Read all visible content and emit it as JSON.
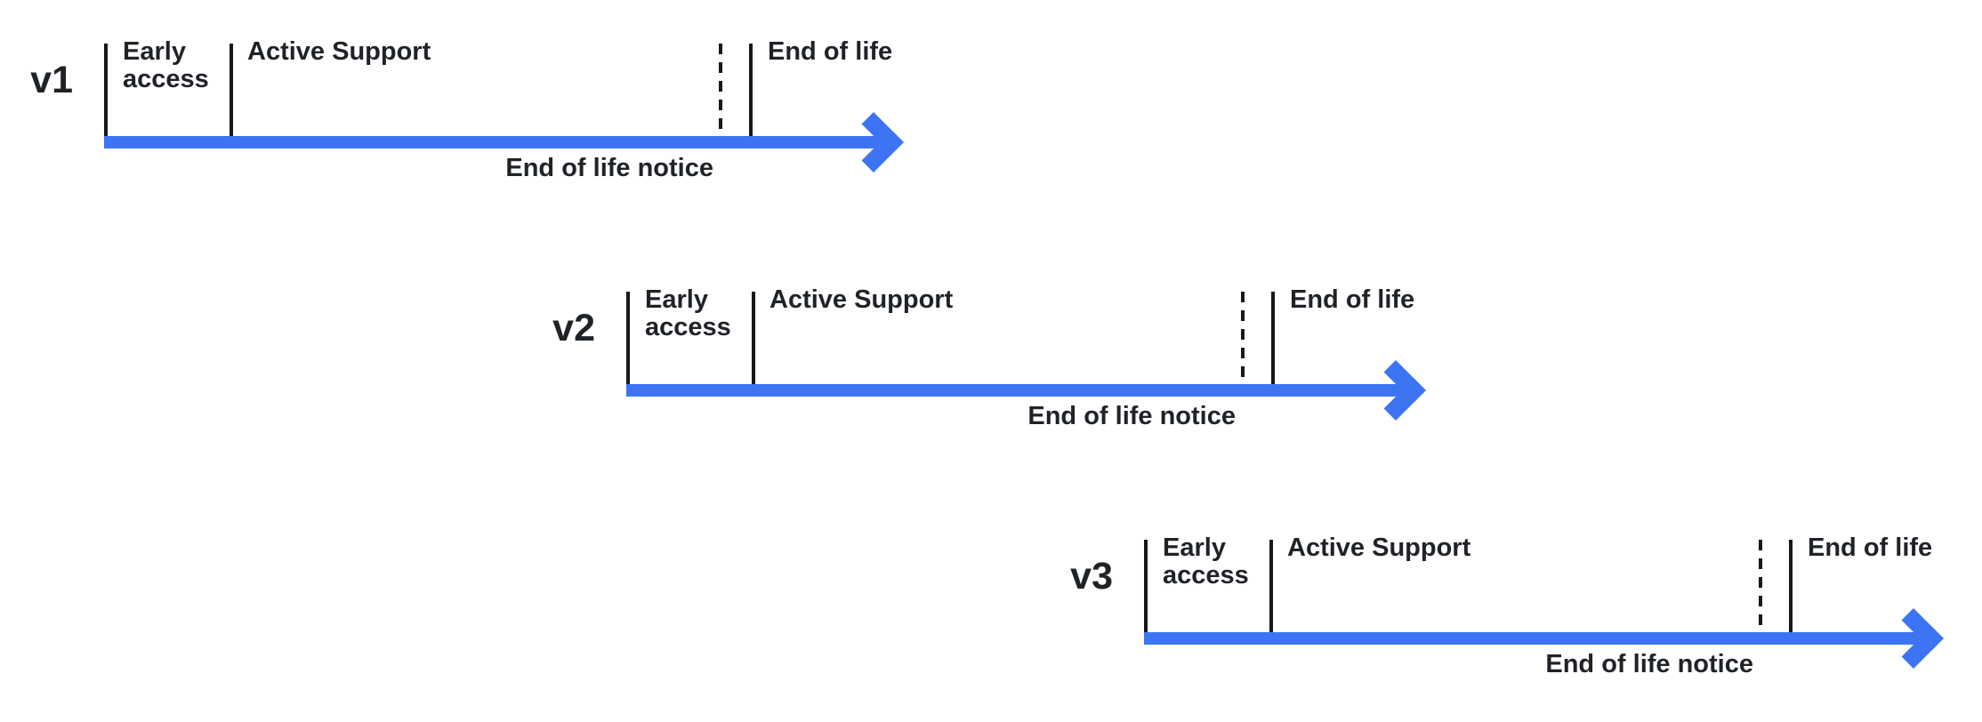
{
  "colors": {
    "background": "#ffffff",
    "arrow": "#3d74f4",
    "text": "#1f2328",
    "tick": "#15181d"
  },
  "timelines": [
    {
      "version": "v1",
      "early_access": "Early access",
      "active_support": "Active Support",
      "end_of_life": "End of life",
      "end_of_life_notice": "End of life notice"
    },
    {
      "version": "v2",
      "early_access": "Early access",
      "active_support": "Active Support",
      "end_of_life": "End of life",
      "end_of_life_notice": "End of life notice"
    },
    {
      "version": "v3",
      "early_access": "Early access",
      "active_support": "Active Support",
      "end_of_life": "End of life",
      "end_of_life_notice": "End of life notice"
    }
  ]
}
